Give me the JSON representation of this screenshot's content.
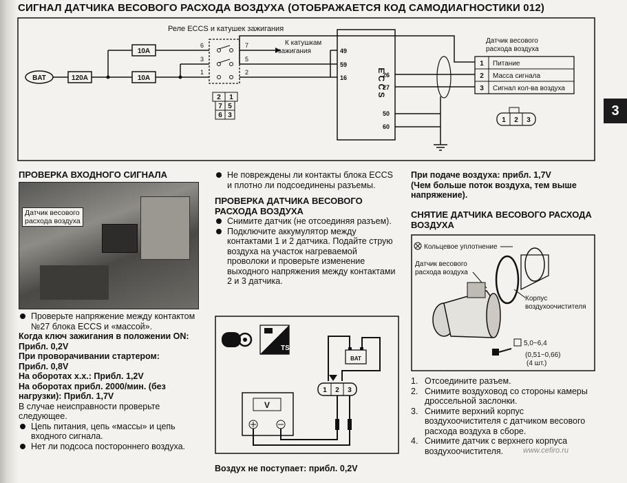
{
  "header": "СИГНАЛ ДАТЧИКА ВЕСОВОГО РАСХОДА ВОЗДУХА (ОТОБРАЖАЕТСЯ КОД САМОДИАГНОСТИКИ 012)",
  "chapter_tab": "3",
  "schematic": {
    "relay_title": "Реле ECCS и катушек зажигания",
    "bat": "BAT",
    "fuse_main": "120A",
    "fuse_a": "10A",
    "fuse_b": "10A",
    "relay_pins": [
      "6",
      "7",
      "3",
      "5",
      "1",
      "2"
    ],
    "relay_connector": [
      "2",
      "1",
      "7",
      "5",
      "6",
      "3"
    ],
    "coils_label_1": "К катушкам",
    "coils_label_2": "зажигания",
    "ecu_label": "E C C S",
    "ecu_pins_left": [
      "49",
      "59",
      "16"
    ],
    "ecu_pins_right": [
      "26",
      "27",
      "50",
      "60"
    ],
    "sensor_title_1": "Датчик весового",
    "sensor_title_2": "расхода воздуха",
    "sensor_rows": [
      {
        "num": "1",
        "label": "Питание"
      },
      {
        "num": "2",
        "label": "Масса сигнала"
      },
      {
        "num": "3",
        "label": "Сигнал кол-ва воздуха"
      }
    ],
    "connector_pins": [
      "1",
      "2",
      "3"
    ]
  },
  "col1": {
    "title": "ПРОВЕРКА ВХОДНОГО СИГНАЛА",
    "photo_label_1": "Датчик весового",
    "photo_label_2": "расхода воздуха",
    "bullet1": "Проверьте напряжение между контактом №27 блока ECCS и «массой».",
    "line_ign": "Когда ключ зажигания в положении ON: Прибл. 0,2V",
    "line_crank_1": "При проворачивании стартером:",
    "line_crank_2": "Прибл. 0,8V",
    "line_idle": "На оборотах х.х.: Прибл. 1,2V",
    "line_2000": "На оборотах прибл. 2000/мин. (без нагрузки): Прибл. 1,7V",
    "line_fault": "В случае неисправности проверьте следующее.",
    "bullet2": "Цепь питания, цепь «массы» и цепь входного сигнала.",
    "bullet3": "Нет ли подсоса постороннего воздуха."
  },
  "col2": {
    "bullet_top": "Не повреждены ли контакты блока ECCS и плотно ли подсоединены разъемы.",
    "title": "ПРОВЕРКА ДАТЧИКА ВЕСОВОГО РАСХОДА ВОЗДУХА",
    "bullet1": "Снимите датчик (не отсоединяя разъем).",
    "bullet2": "Подключите аккумулятор между контактами 1 и 2 датчика. Подайте струю воздуха на участок нагреваемой проволоки и проверьте изменение выходного напряжения между контактами 2 и 3 датчика.",
    "diagram": {
      "ts": "TS",
      "bat": "BAT",
      "meter_v": "V",
      "pins": [
        "1",
        "2",
        "3"
      ]
    },
    "caption": "Воздух не поступает: прибл. 0,2V"
  },
  "col3": {
    "supply_1": "При подаче воздуха: прибл. 1,7V",
    "supply_2": "(Чем больше поток воздуха, тем выше напряжение).",
    "title": "СНЯТИЕ ДАТЧИКА ВЕСОВОГО РАСХОДА ВОЗДУХА",
    "lbl_seal": "Кольцевое уплотнение",
    "lbl_sensor_1": "Датчик весового",
    "lbl_sensor_2": "расхода воздуха",
    "lbl_case_1": "Корпус",
    "lbl_case_2": "воздухоочистителя",
    "torque_1": "5,0~6,4",
    "torque_2": "(0,51~0,66)",
    "torque_3": "(4 шт.)",
    "steps": [
      {
        "num": "1.",
        "text": "Отсоедините разъем."
      },
      {
        "num": "2.",
        "text": "Снимите воздуховод со стороны камеры дроссельной заслонки."
      },
      {
        "num": "3.",
        "text": "Снимите верхний корпус воздухоочистителя с датчиком весового расхода воздуха в сборе."
      },
      {
        "num": "4.",
        "text": "Снимите датчик с верхнего корпуса воздухоочистителя."
      }
    ]
  },
  "watermark": "www.cefiro.ru"
}
